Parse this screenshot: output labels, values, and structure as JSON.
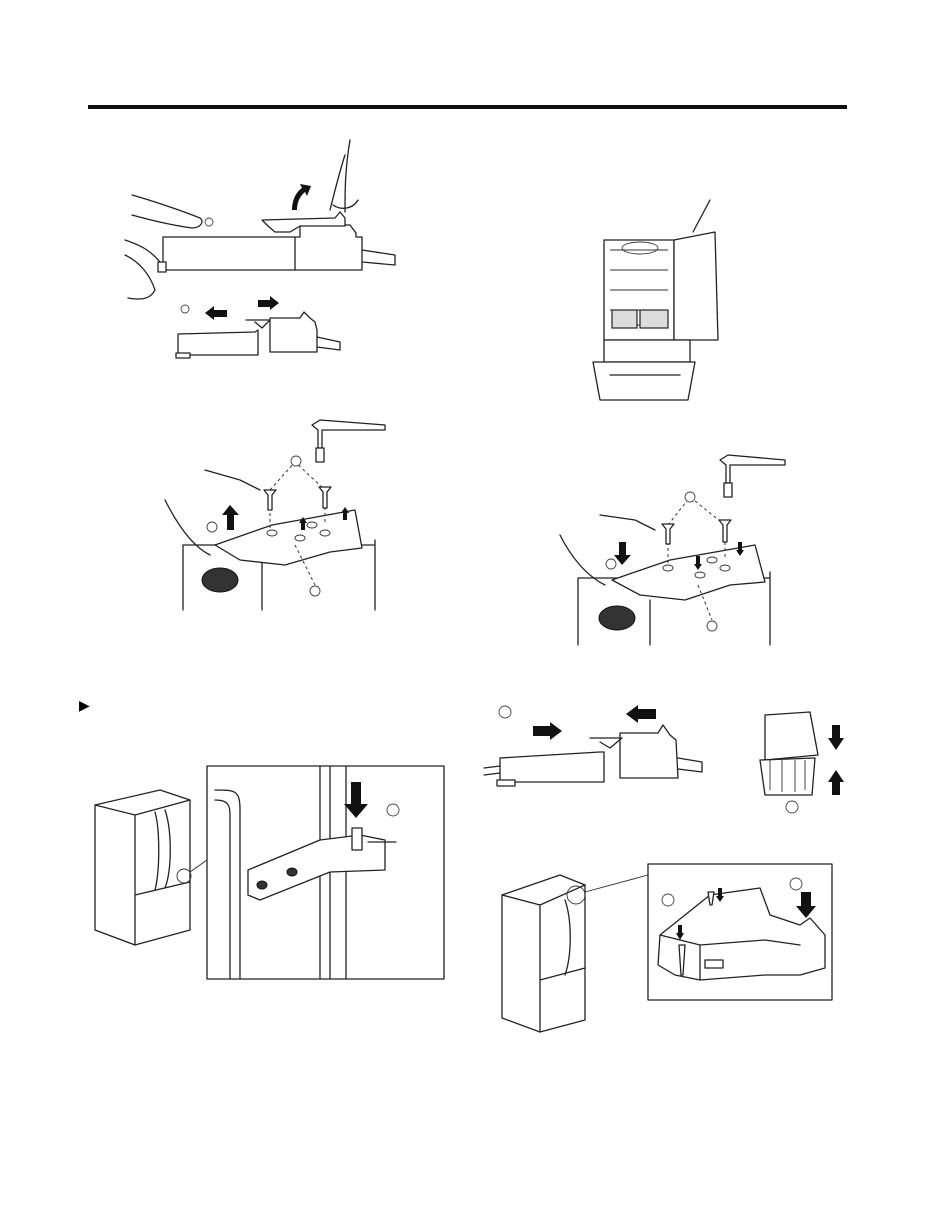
{
  "page": {
    "section_marker": "▶",
    "colors": {
      "ink": "#111111",
      "paper": "#ffffff"
    }
  },
  "figures": [
    {
      "id": "disconnect-wire-connector",
      "icons": [
        "finger-icon",
        "curved-arrow-up-icon",
        "arrow-left-icon",
        "arrow-right-icon"
      ]
    },
    {
      "id": "refrigerator-door-open",
      "icons": [
        "leader-line"
      ]
    },
    {
      "id": "remove-hinge-bolts-left",
      "icons": [
        "socket-wrench-icon",
        "bolt-icon",
        "arrow-up-icon"
      ]
    },
    {
      "id": "install-hinge-bolts-right",
      "icons": [
        "socket-wrench-icon",
        "bolt-icon",
        "arrow-down-icon"
      ]
    },
    {
      "id": "lower-hinge-pin-detail",
      "icons": [
        "refrigerator-icon",
        "arrow-down-icon"
      ]
    },
    {
      "id": "reconnect-wire-connector",
      "icons": [
        "arrow-right-icon",
        "arrow-left-icon",
        "arrow-down-icon",
        "arrow-up-icon"
      ]
    },
    {
      "id": "hinge-cover-install",
      "icons": [
        "refrigerator-icon",
        "screw-icon",
        "arrow-down-icon"
      ]
    }
  ]
}
